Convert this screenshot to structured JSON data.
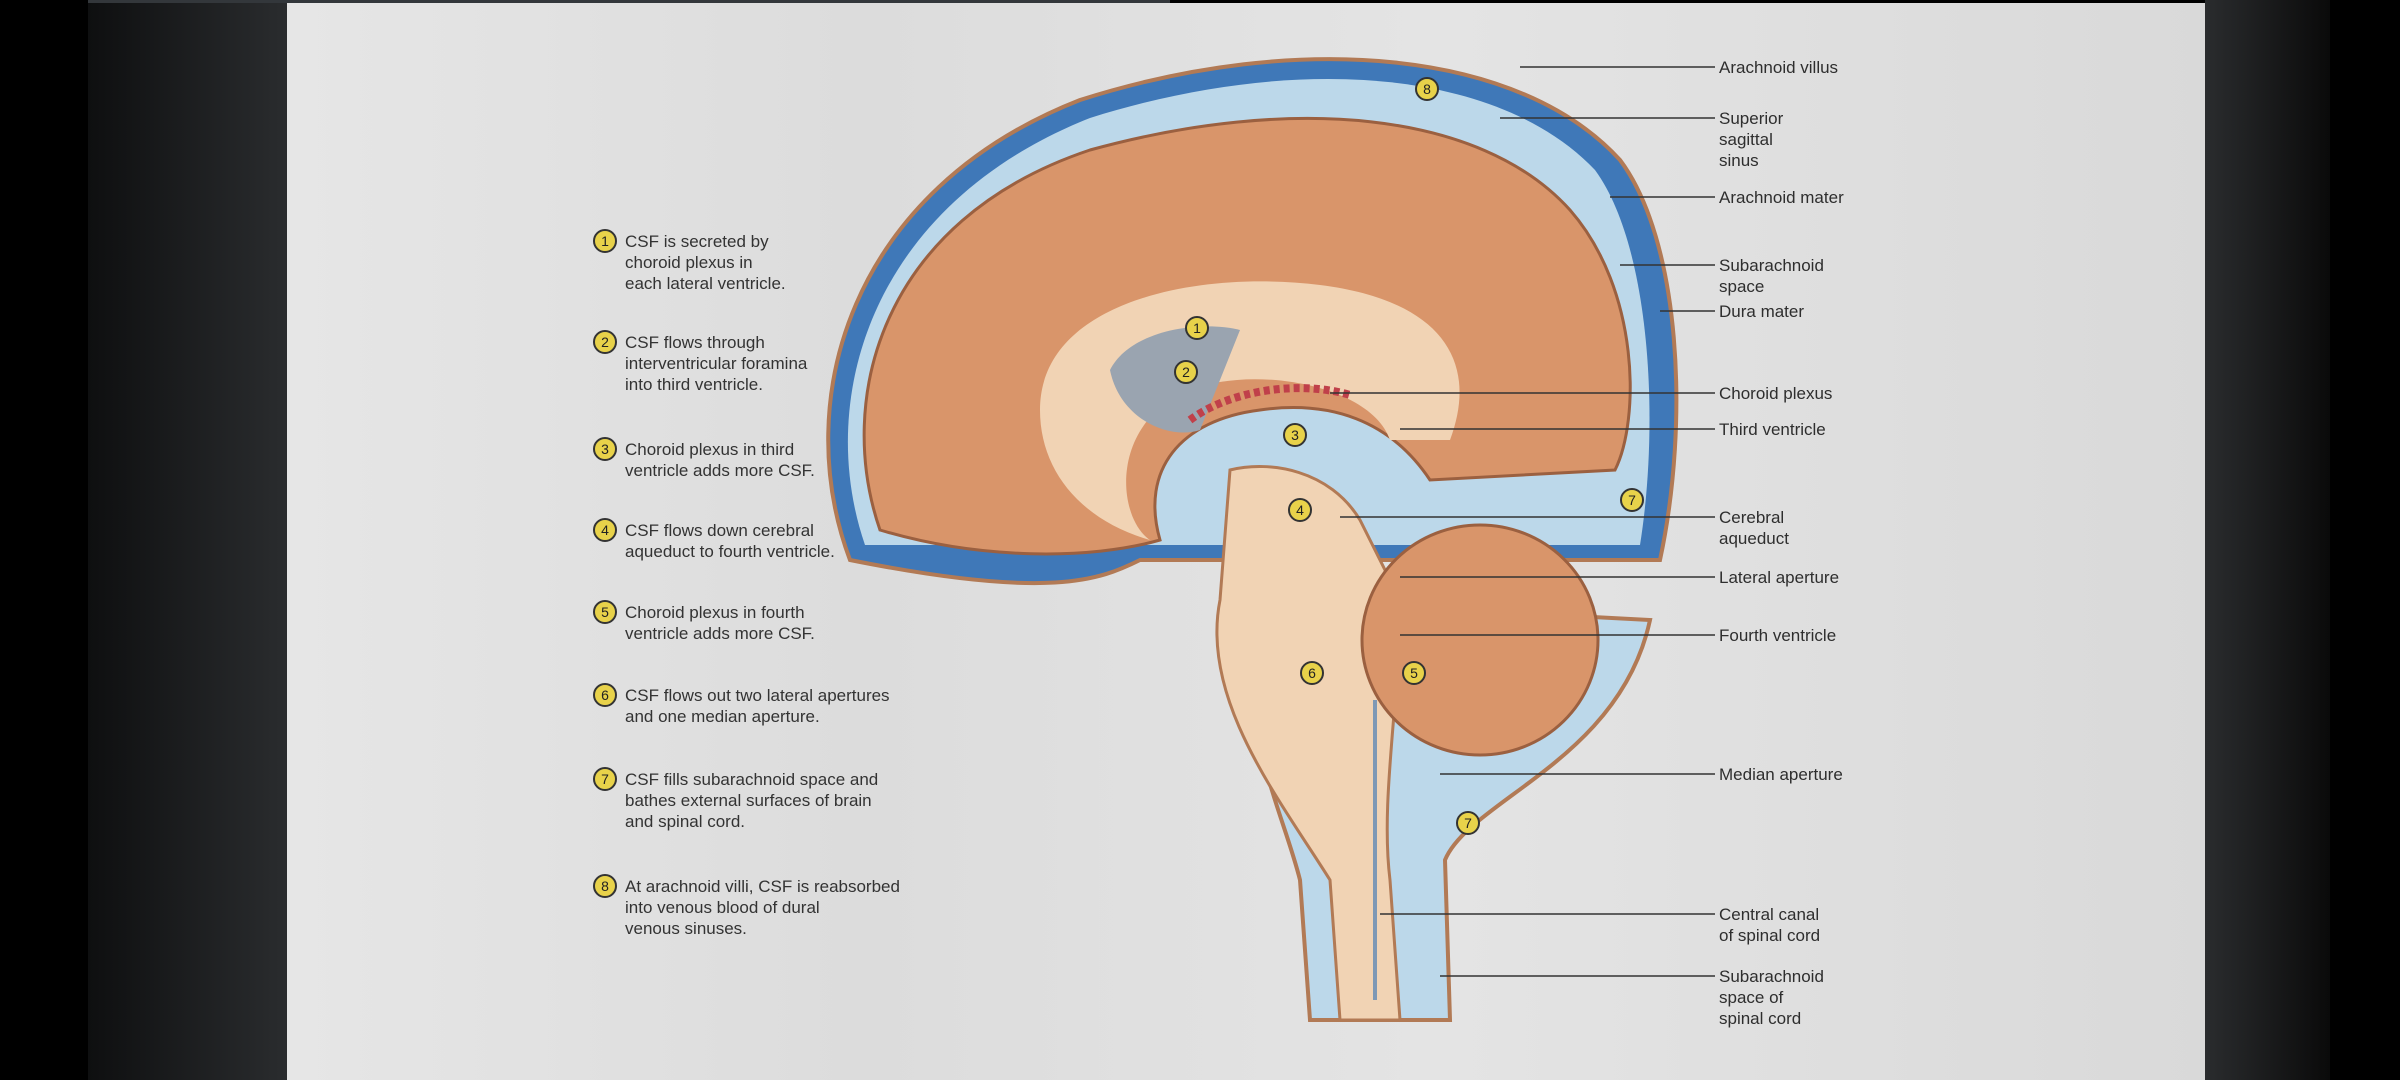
{
  "steps": [
    {
      "num": "1",
      "text": "CSF is secreted by\nchoroid plexus in\neach lateral ventricle."
    },
    {
      "num": "2",
      "text": "CSF flows through\ninterventricular foramina\ninto third ventricle."
    },
    {
      "num": "3",
      "text": "Choroid plexus in third\nventricle adds more CSF."
    },
    {
      "num": "4",
      "text": "CSF flows down cerebral\naqueduct to fourth ventricle."
    },
    {
      "num": "5",
      "text": "Choroid plexus in fourth\nventricle adds more CSF."
    },
    {
      "num": "6",
      "text": "CSF flows out two lateral apertures\nand one median aperture."
    },
    {
      "num": "7",
      "text": "CSF fills subarachnoid space and\nbathes external surfaces of brain\nand spinal cord."
    },
    {
      "num": "8",
      "text": "At arachnoid villi, CSF is reabsorbed\ninto venous blood of dural\nvenous sinuses."
    }
  ],
  "labels": [
    "Arachnoid villus",
    "Superior\nsagittal\nsinus",
    "Arachnoid mater",
    "Subarachnoid\nspace",
    "Dura mater",
    "Choroid plexus",
    "Third ventricle",
    "Cerebral\naqueduct",
    "Lateral aperture",
    "Fourth ventricle",
    "Median aperture",
    "Central canal\nof spinal cord",
    "Subarachnoid\nspace of\nspinal cord"
  ],
  "markers": [
    "1",
    "2",
    "3",
    "4",
    "5",
    "6",
    "7",
    "7",
    "8"
  ],
  "colors": {
    "marker": "#e8d24a",
    "brain": "#d9956a",
    "csf": "#bcd8ea",
    "dura": "#3f78b8"
  }
}
